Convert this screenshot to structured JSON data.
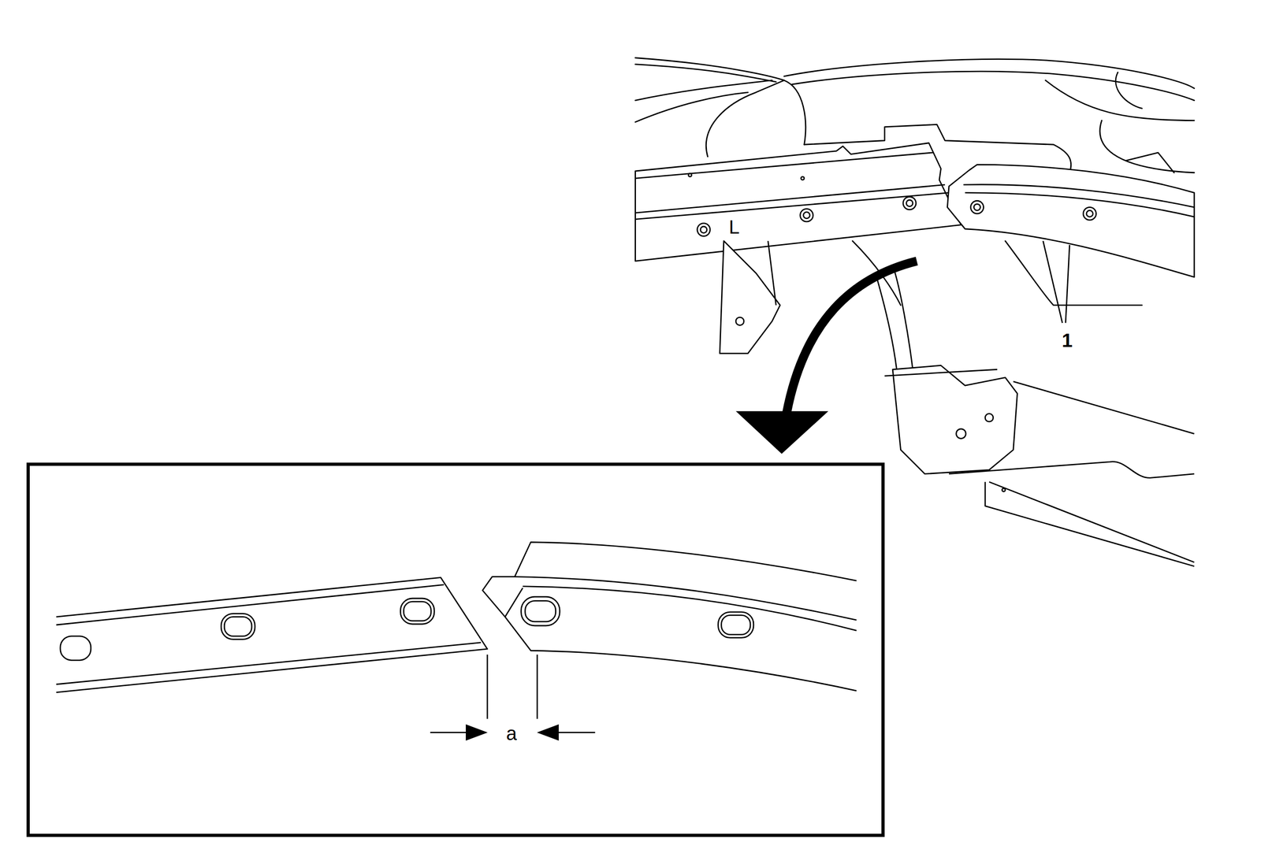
{
  "diagram": {
    "labels": [
      "L",
      "1",
      "a"
    ]
  }
}
